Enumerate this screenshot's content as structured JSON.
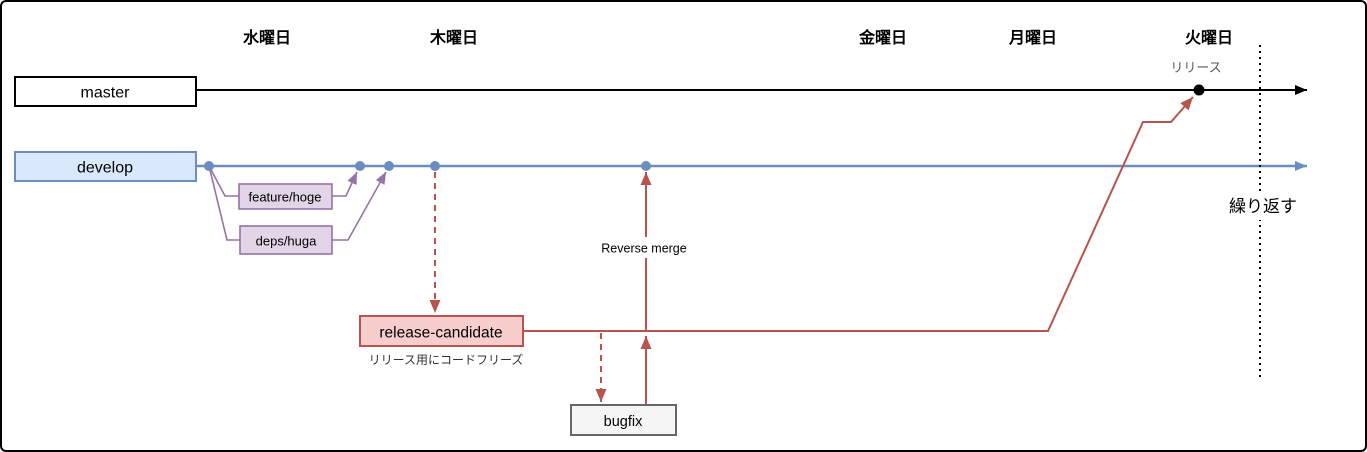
{
  "diagram": {
    "title_context": "git-branch-schedule-diagram",
    "days": [
      {
        "label": "水曜日"
      },
      {
        "label": "木曜日"
      },
      {
        "label": "金曜日"
      },
      {
        "label": "月曜日"
      },
      {
        "label": "火曜日"
      }
    ],
    "branches": {
      "master": {
        "label": "master"
      },
      "develop": {
        "label": "develop"
      },
      "feature": {
        "label": "feature/hoge"
      },
      "deps": {
        "label": "deps/huga"
      },
      "release_candidate": {
        "label": "release-candidate",
        "caption": "リリース用にコードフリーズ"
      },
      "bugfix": {
        "label": "bugfix"
      }
    },
    "annotations": {
      "release_tag": "リリース",
      "reverse_merge": "Reverse merge",
      "repeat": "繰り返す"
    }
  },
  "colors": {
    "master_stroke": "#000000",
    "master_fill": "#ffffff",
    "develop_stroke": "#6c8ebf",
    "develop_fill": "#dae8fc",
    "commit_dot": "#6c8ebf",
    "purple_stroke": "#9673a6",
    "purple_fill": "#e1d5e7",
    "red_stroke": "#b85450",
    "red_fill": "#f8cecc",
    "bugfix_stroke": "#666666",
    "bugfix_fill": "#f5f5f5"
  }
}
